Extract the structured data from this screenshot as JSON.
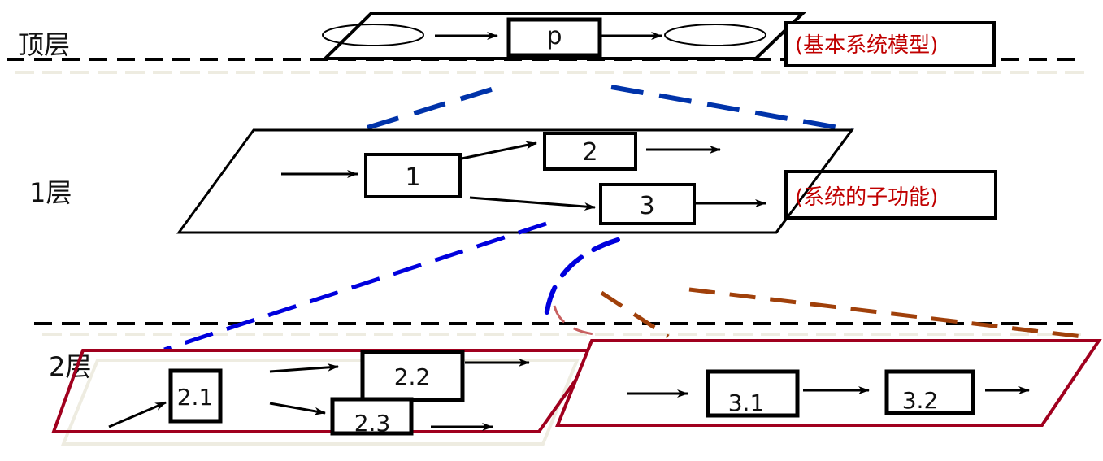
{
  "diagram": {
    "type": "hierarchical-decomposition",
    "layers": [
      {
        "id": "top",
        "label": "顶层",
        "note": "(基本系统模型)"
      },
      {
        "id": "layer1",
        "label": "1层",
        "note": "(系统的子功能)"
      },
      {
        "id": "layer2",
        "label": "2层"
      }
    ],
    "top": {
      "process": "p",
      "input_node": "ellipse",
      "output_node": "ellipse"
    },
    "layer1": {
      "processes": [
        "1",
        "2",
        "3"
      ]
    },
    "layer2": {
      "group_2": [
        "2.1",
        "2.2",
        "2.3"
      ],
      "group_3": [
        "3.1",
        "3.2"
      ]
    },
    "colors": {
      "line": "#000000",
      "connector_blue": "#0033aa",
      "connector_blue_bright": "#0000dd",
      "connector_brown": "#a0400a",
      "frame_red": "#a0001e",
      "note_text": "#c00000",
      "shadow": "#eeece1"
    }
  }
}
